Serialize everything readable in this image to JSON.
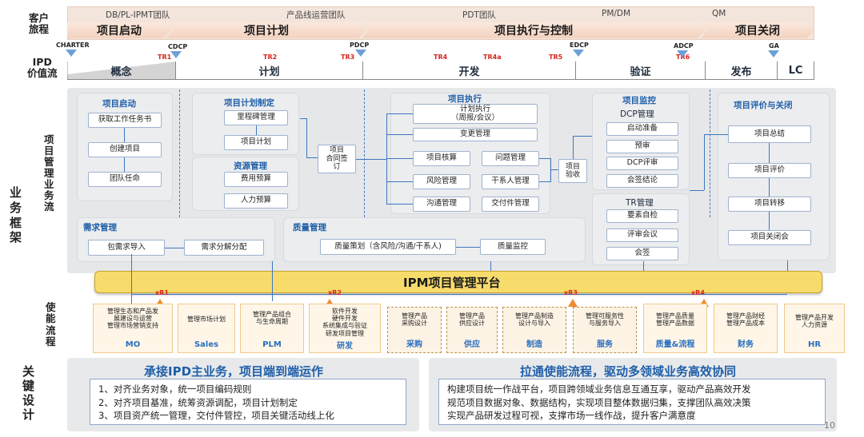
{
  "left_labels": {
    "customer_journey": "客户\n旅程",
    "ipd_value_stream": "IPD\n价值流",
    "biz_framework": "业\n务\n框\n架",
    "pm_flow": "项\n目\n管\n理\n业\n务\n流",
    "enable_flow": "使\n能\n流\n程",
    "key_design": "关\n键\n设\n计"
  },
  "teams": [
    "DB/PL-IPMT团队",
    "产品线运营团队",
    "PDT团队",
    "PM/DM",
    "QM"
  ],
  "stages": [
    "项目启动",
    "项目计划",
    "项目执行与控制",
    "项目关闭"
  ],
  "milestones": {
    "charter": "CHARTER",
    "cdcp": "CDCP",
    "pdcp": "PDCP",
    "edcp": "EDCP",
    "adcp": "ADCP",
    "ga": "GA",
    "tr1": "TR1",
    "tr2": "TR2",
    "tr3": "TR3",
    "tr4": "TR4",
    "tr4a": "TR4a",
    "tr5": "TR5",
    "tr6": "TR6"
  },
  "phases": [
    "概念",
    "计划",
    "开发",
    "验证",
    "发布",
    "LC"
  ],
  "groups": {
    "start": "项目启动",
    "plan": "项目计划制定",
    "resource": "资源管理",
    "exec": "项目执行",
    "monitor": "项目监控",
    "close": "项目评价与关闭",
    "demand": "需求管理",
    "quality": "质量管理"
  },
  "boxes": {
    "get_task": "获取工作任务书",
    "create_proj": "创建项目",
    "team_appoint": "团队任命",
    "milestone_mgmt": "里程碑管理",
    "proj_plan": "项目计划",
    "cost_budget": "费用预算",
    "hr_budget": "人力预算",
    "contract_sign": "项目\n合同签\n订",
    "plan_exec": "计划执行\n（周报/会议）",
    "change_mgmt": "变更管理",
    "proj_accounting": "项目核算",
    "issue_mgmt": "问题管理",
    "risk_mgmt": "风险管理",
    "stakeholder_mgmt": "干系人管理",
    "comm_mgmt": "沟通管理",
    "deliverable_mgmt": "交付件管理",
    "proj_accept": "项目\n验收",
    "dcp_mgmt": "DCP管理",
    "launch_prep": "启动准备",
    "pre_review": "预审",
    "dcp_review": "DCP评审",
    "sign_conclusion": "会签结论",
    "tr_mgmt": "TR管理",
    "self_check": "要素自检",
    "review_meeting": "评审会议",
    "sign": "会签",
    "proj_summary": "项目总结",
    "proj_eval": "项目评价",
    "proj_transfer": "项目转移",
    "close_meeting": "项目关闭会",
    "pkg_import": "包需求导入",
    "demand_decomp": "需求分解分配",
    "quality_plan": "质量策划（含风险/沟通/干系人)",
    "quality_monitor": "质量监控"
  },
  "platform": "IPM项目管理平台",
  "xr": [
    "xR1",
    "xR2",
    "xR3",
    "xR4"
  ],
  "enablers": [
    {
      "text": "管理生态和产品发\n展建设与运营\n管理市场营销支持",
      "name": "MO"
    },
    {
      "text": "管理市场计划",
      "name": "Sales"
    },
    {
      "text": "管理产品组合\n与生命周期",
      "name": "PLM"
    },
    {
      "text": "软件开发\n硬件开发\n系统集成与验证\n研发项目管理",
      "name": "研发"
    },
    {
      "text": "管理产品\n采购设计",
      "name": "采购"
    },
    {
      "text": "管理产品\n供应设计",
      "name": "供应"
    },
    {
      "text": "管理产品制造\n设计与导入",
      "name": "制造"
    },
    {
      "text": "管理可服务性\n与服务导入",
      "name": "服务"
    },
    {
      "text": "管理产品质量\n管理产品数据",
      "name": "质量&流程"
    },
    {
      "text": "管理产品财经\n管理产品成本",
      "name": "财务"
    },
    {
      "text": "管理产品开发\n人力资源",
      "name": "HR"
    }
  ],
  "key_left": {
    "title": "承接IPD主业务，项目端到端运作",
    "items": [
      "1、对齐业务对象，统一项目编码规则",
      "2、对齐项目基准，统筹资源调配，项目计划制定",
      "3、项目资产统一管理，交付件管控，项目关键活动线上化"
    ]
  },
  "key_right": {
    "title": "拉通使能流程，驱动多领域业务高效协同",
    "lines": [
      "构建项目统一作战平台，项目跨领域业务信息互通互享，驱动产品高效开发",
      "规范项目数据对象、数据结构，实现项目整体数据归集，支撑团队高效决策",
      "实现产品研发过程可视，支撑市场一线作战，提升客户满意度"
    ]
  },
  "page_number": "10"
}
